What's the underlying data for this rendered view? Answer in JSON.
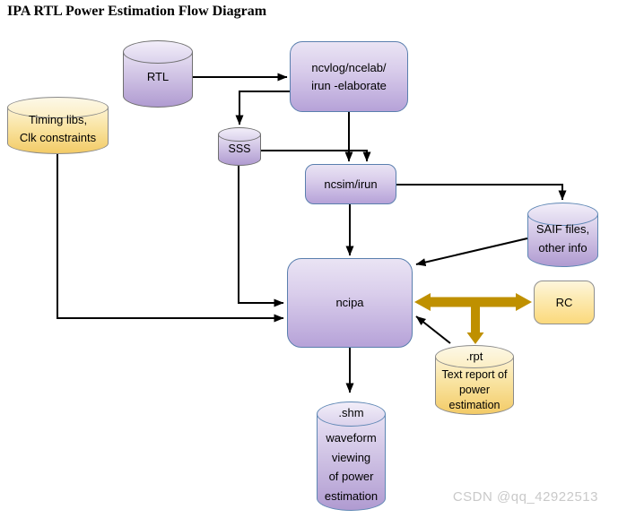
{
  "title": "IPA RTL Power Estimation Flow Diagram",
  "watermark": "CSDN @qq_42922513",
  "colors": {
    "purple_fill_top": "#e9e3f3",
    "purple_fill_bottom": "#b09bd1",
    "yellow_fill_top": "#fdf3d3",
    "yellow_fill_bottom": "#f3cb67",
    "process_border_blue": "#5a7fae",
    "cylinder_border_gray": "#6f6f6f",
    "cylinder_border_blue": "#5e87b4",
    "gold_arrow": "#bf9000",
    "black_arrow": "#000000"
  },
  "nodes": {
    "rtl": {
      "type": "cylinder",
      "label": "RTL"
    },
    "ncvlog": {
      "type": "process",
      "label": "ncvlog/ncelab/\nirun -elaborate"
    },
    "timing": {
      "type": "cylinder",
      "label": "Timing libs,\nClk constraints"
    },
    "sss": {
      "type": "cylinder",
      "label": "SSS"
    },
    "ncsim": {
      "type": "process",
      "label": "ncsim/irun"
    },
    "saif": {
      "type": "cylinder",
      "label": "SAIF files,\nother info"
    },
    "ncipa": {
      "type": "process",
      "label": "ncipa"
    },
    "rc": {
      "type": "process",
      "label": "RC"
    },
    "rpt": {
      "type": "cylinder",
      "title": ".rpt",
      "label": "Text report of\npower\nestimation"
    },
    "shm": {
      "type": "cylinder",
      "title": ".shm",
      "label": "waveform\nviewing\nof power\nestimation"
    }
  },
  "edges": [
    {
      "from": "rtl",
      "to": "ncvlog",
      "style": "black"
    },
    {
      "from": "ncvlog",
      "to": "sss",
      "style": "black"
    },
    {
      "from": "ncvlog",
      "to": "ncsim",
      "style": "black"
    },
    {
      "from": "sss",
      "to": "ncsim",
      "style": "black"
    },
    {
      "from": "sss",
      "to": "ncipa",
      "style": "black"
    },
    {
      "from": "timing",
      "to": "ncipa",
      "style": "black"
    },
    {
      "from": "ncsim",
      "to": "saif",
      "style": "black"
    },
    {
      "from": "ncsim",
      "to": "ncipa",
      "style": "black"
    },
    {
      "from": "saif",
      "to": "ncipa",
      "style": "black"
    },
    {
      "from": "ncipa",
      "to": "rc",
      "style": "gold-double-headed"
    },
    {
      "from": "ncipa-rc-link",
      "to": "rpt",
      "style": "gold-branch-down"
    },
    {
      "from": "rpt",
      "to": "ncipa",
      "style": "black"
    },
    {
      "from": "ncipa",
      "to": "shm",
      "style": "black"
    }
  ]
}
